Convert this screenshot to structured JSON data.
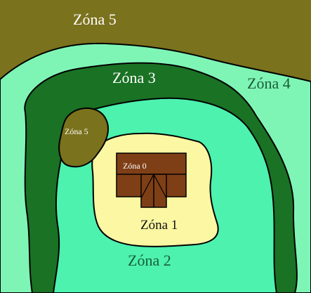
{
  "zones": [
    {
      "id": "zone-0",
      "label": "Zóna 0",
      "color": "#7f3f16"
    },
    {
      "id": "zone-1",
      "label": "Zóna 1",
      "color": "#fbf7a2"
    },
    {
      "id": "zone-2",
      "label": "Zóna 2",
      "color": "#4cf2ae"
    },
    {
      "id": "zone-3",
      "label": "Zóna 3",
      "color": "#1a7224"
    },
    {
      "id": "zone-4",
      "label": "Zóna 4",
      "color": "#7ff5b5"
    },
    {
      "id": "zone-5-outer",
      "label": "Zóna 5",
      "color": "#7a721d"
    },
    {
      "id": "zone-5-inner",
      "label": "Zóna 5",
      "color": "#7a721d"
    }
  ],
  "colors": {
    "outline": "#000000",
    "label_light": "#ffffff",
    "label_dark": "#1b5d38",
    "label_black": "#111111"
  }
}
